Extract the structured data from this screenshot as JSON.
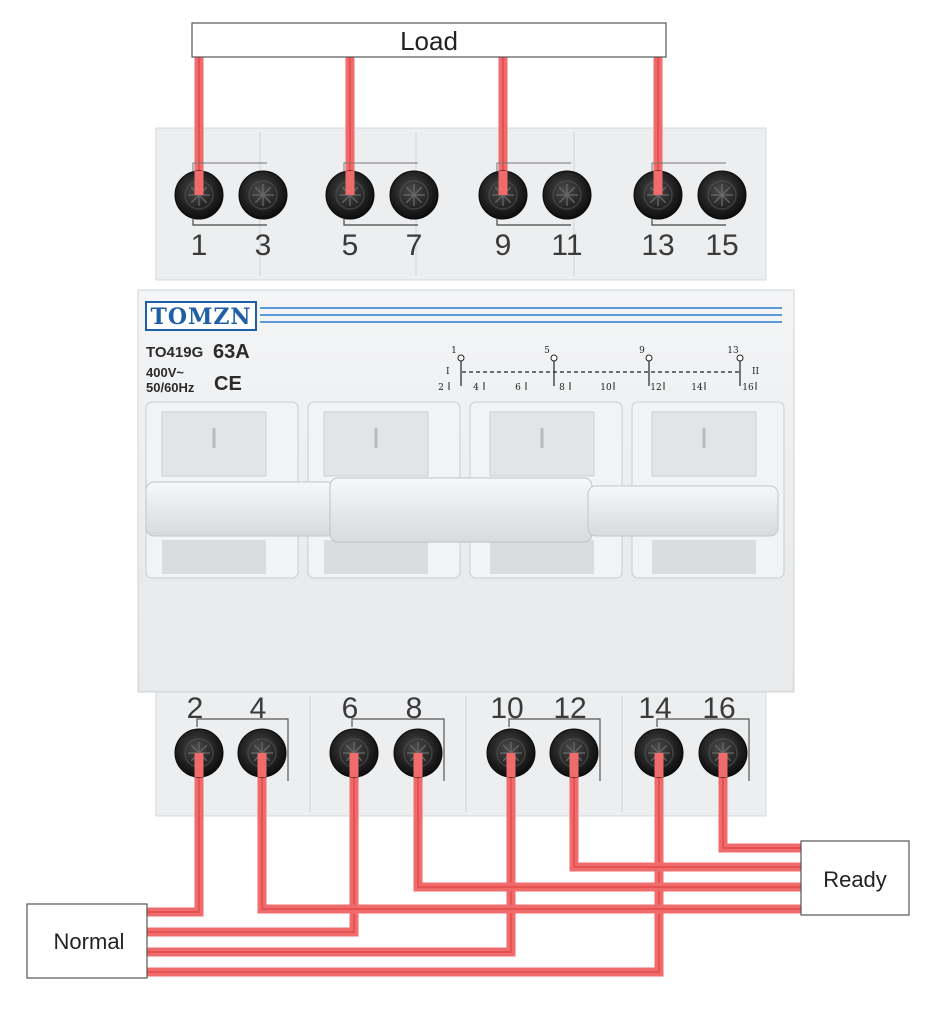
{
  "labels": {
    "load": "Load",
    "normal": "Normal",
    "ready": "Ready"
  },
  "device": {
    "brand": "TOMZN",
    "model": "TO419G",
    "current": "63A",
    "voltage": "400V~",
    "frequency": "50/60Hz",
    "ce_mark": "CE"
  },
  "terminals": {
    "top": [
      "1",
      "3",
      "5",
      "7",
      "9",
      "11",
      "13",
      "15"
    ],
    "bottom": [
      "2",
      "4",
      "6",
      "8",
      "10",
      "12",
      "14",
      "16"
    ]
  },
  "schematic": {
    "top_numbers": [
      "1",
      "5",
      "9",
      "13"
    ],
    "bottom_numbers": [
      "2",
      "4",
      "6",
      "8",
      "10",
      "12",
      "14",
      "16"
    ],
    "position_one": "I",
    "position_two": "II"
  },
  "colors": {
    "wire": "#f06c6c",
    "wire_core": "#e03c3c",
    "body": "#eef0f1",
    "brand_blue": "#1f5fa8"
  },
  "connections": {
    "Load": [
      "1",
      "5",
      "9",
      "13"
    ],
    "Normal": [
      "2",
      "6",
      "10",
      "14"
    ],
    "Ready": [
      "4",
      "8",
      "12",
      "16"
    ]
  }
}
